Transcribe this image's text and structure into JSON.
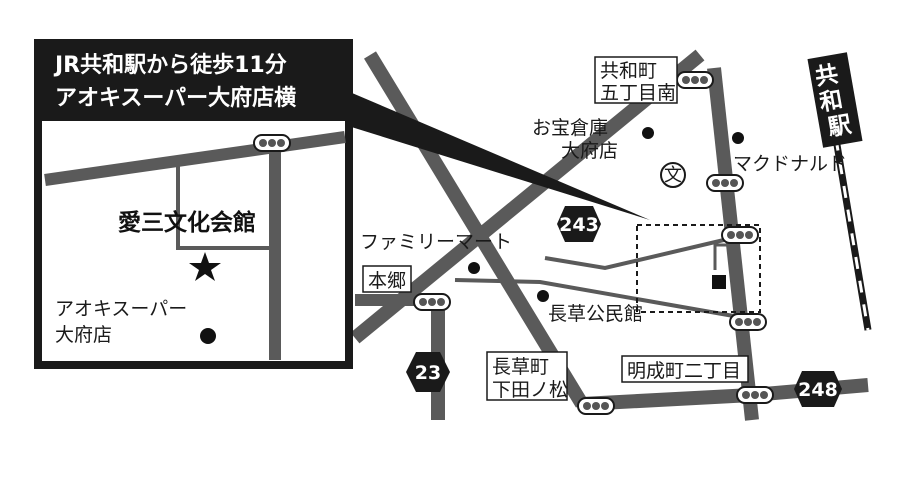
{
  "title": {
    "line1": "JR共和駅から徒歩11分",
    "line2": "アオキスーパー大府店横"
  },
  "venue": {
    "name": "愛三文化会館",
    "marker": "star-icon"
  },
  "inset_store": {
    "line1": "アオキスーパー",
    "line2": "大府店"
  },
  "station": "共和駅",
  "routes": {
    "r243": "243",
    "r23": "23",
    "r248": "248"
  },
  "intersections": {
    "kyowa_5chome": {
      "line1": "共和町",
      "line2": "五丁目南"
    },
    "hongo": "本郷",
    "nagakusa_shimotanomatsu": {
      "line1": "長草町",
      "line2": "下田ノ松"
    },
    "meiseicho_2chome": "明成町二丁目"
  },
  "places": {
    "otakara_souko": {
      "line1": "お宝倉庫",
      "line2": "大府店"
    },
    "mcdonalds": "マクドナルド",
    "familymart": "ファミリーマート",
    "nagakusa_kouminkan": "長草公民館",
    "school": "文"
  },
  "colors": {
    "road": "#5a5a5a",
    "railway": "#1a1a1a",
    "title_bg": "#1a1a1a",
    "text": "#1a1a1a"
  }
}
